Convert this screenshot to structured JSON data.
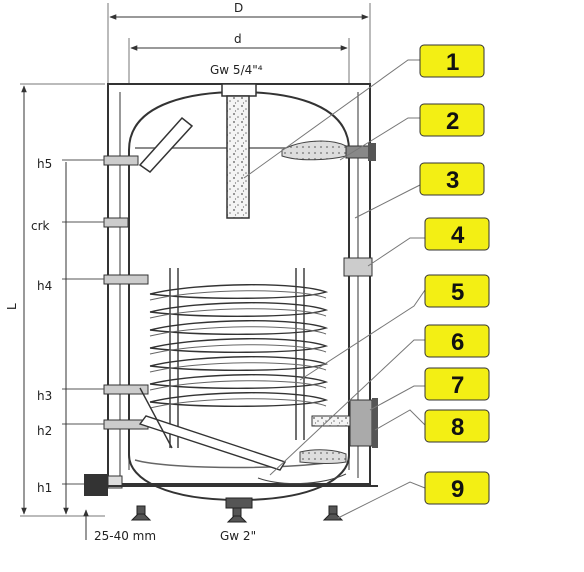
{
  "dimensions": {
    "outer_width": "D",
    "inner_width": "d",
    "height": "L",
    "top_connection": "Gw 5/4\"⁴",
    "bottom_connection": "Gw 2\"",
    "foot_adjust": "25-40 mm"
  },
  "height_labels": [
    "h5",
    "crk",
    "h4",
    "h3",
    "h2",
    "h1"
  ],
  "callouts": [
    "1",
    "2",
    "3",
    "4",
    "5",
    "6",
    "7",
    "8",
    "9"
  ],
  "colors": {
    "callout_fill": "#f3ef14",
    "line": "#333333"
  }
}
